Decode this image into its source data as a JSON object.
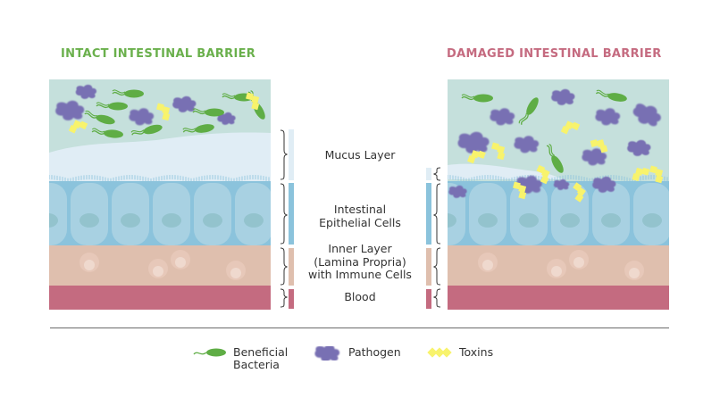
{
  "titles": {
    "intact": "INTACT INTESTINAL BARRIER",
    "damaged": "DAMAGED INTESTINAL BARRIER"
  },
  "colors": {
    "intact_title": "#6ab04c",
    "damaged_title": "#c56b80",
    "lumen": "#c5e0dc",
    "mucus": "#e0edf5",
    "epithelial": "#a8d1e2",
    "epithelial_dark": "#8bc3dc",
    "nucleus": "#93c3cd",
    "lamina": "#dfbfae",
    "immune_cell": "#efd9ce",
    "blood": "#c46b80",
    "bacteria": "#5fad45",
    "pathogen": "#7870b3",
    "toxin": "#f8f36c"
  },
  "layers": [
    {
      "key": "mucus",
      "label": "Mucus Layer"
    },
    {
      "key": "epithelial",
      "label": "Intestinal Epithelial Cells"
    },
    {
      "key": "lamina",
      "label": "Inner Layer (Lamina Propria) with Immune Cells"
    },
    {
      "key": "blood",
      "label": "Blood"
    }
  ],
  "layer_label_lines": {
    "mucus": [
      "Mucus Layer"
    ],
    "epithelial": [
      "Intestinal",
      "Epithelial Cells"
    ],
    "lamina": [
      "Inner Layer",
      "(Lamina Propria)",
      "with Immune Cells"
    ],
    "blood": [
      "Blood"
    ]
  },
  "legend": [
    {
      "icon": "beneficial-bacteria-icon",
      "label_lines": [
        "Beneficial",
        "Bacteria"
      ]
    },
    {
      "icon": "pathogen-icon",
      "label_lines": [
        "Pathogen"
      ]
    },
    {
      "icon": "toxins-icon",
      "label_lines": [
        "Toxins"
      ]
    }
  ]
}
